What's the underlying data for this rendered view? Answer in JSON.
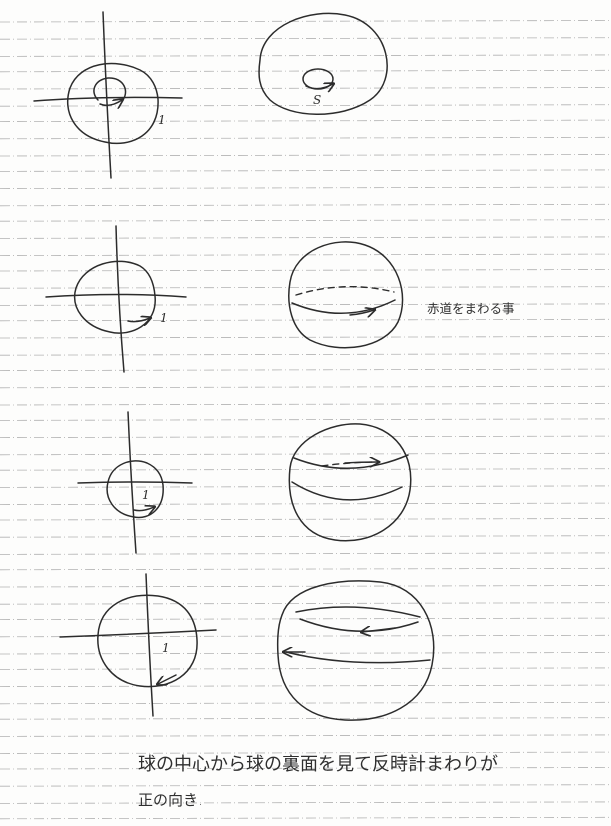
{
  "page": {
    "ruled_line_color": "#9a9a9a",
    "ink_color": "#2c2c2c"
  },
  "figures": [
    {
      "label": "1",
      "sphere_label": "S"
    },
    {
      "label": "1",
      "sphere_annotation": "赤道をまわる事"
    },
    {
      "label": "1"
    },
    {
      "label": "1"
    }
  ],
  "note": {
    "line1": "球の中心から球の裏面を見て反時計まわりが",
    "line2": "正の向き."
  }
}
